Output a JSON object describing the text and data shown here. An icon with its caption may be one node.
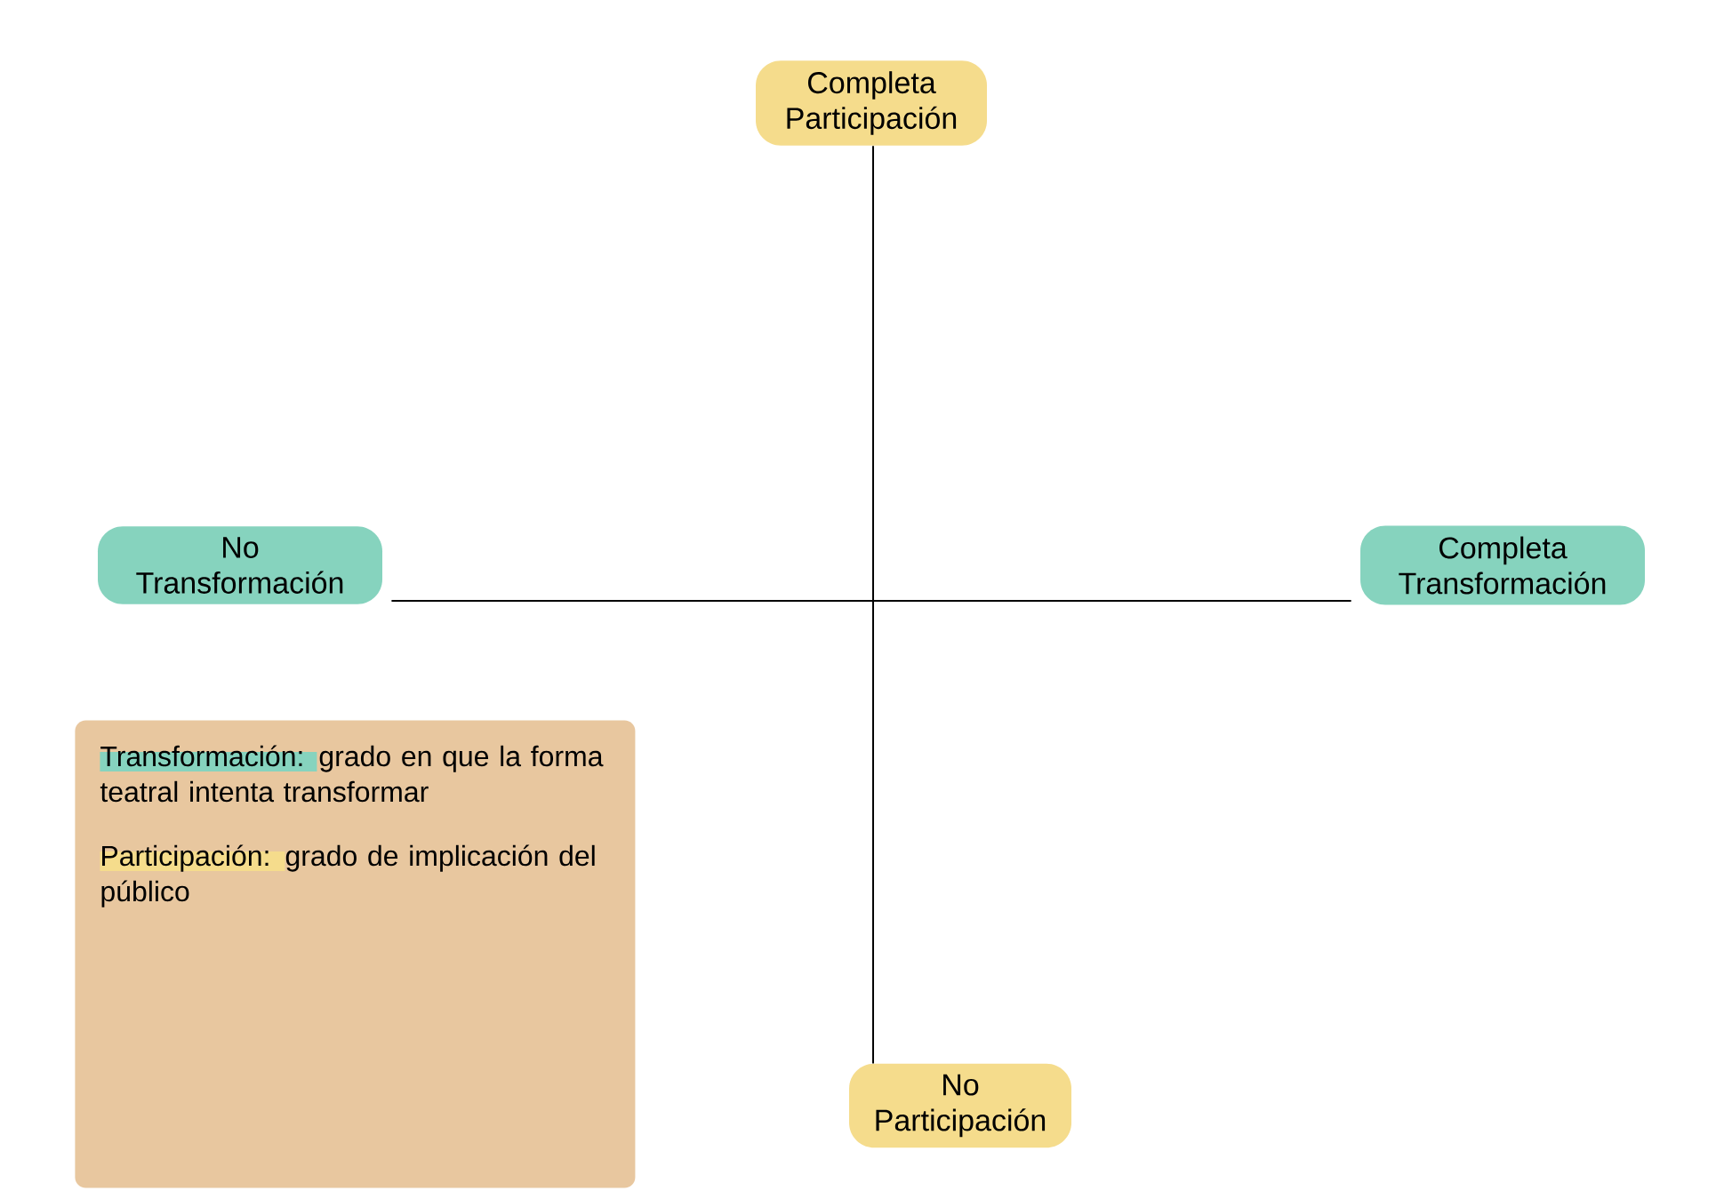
{
  "diagram": {
    "nodes": [
      {
        "text": [
          "Completa Participación"
        ]
      },
      {
        "text": [
          "No Transformación"
        ]
      },
      {
        "text": [
          "Completa Transformación"
        ]
      },
      {
        "text": [
          "No Participación"
        ]
      },
      {
        "text": [
          "Transformación: grado en que la forma teatral intenta transformar",
          "Participación: grado de implicación del público"
        ]
      }
    ],
    "edges": [
      {
        "from": 0,
        "to": 3,
        "arrow": "none"
      },
      {
        "from": 1,
        "to": 2,
        "arrow": "none"
      }
    ]
  }
}
